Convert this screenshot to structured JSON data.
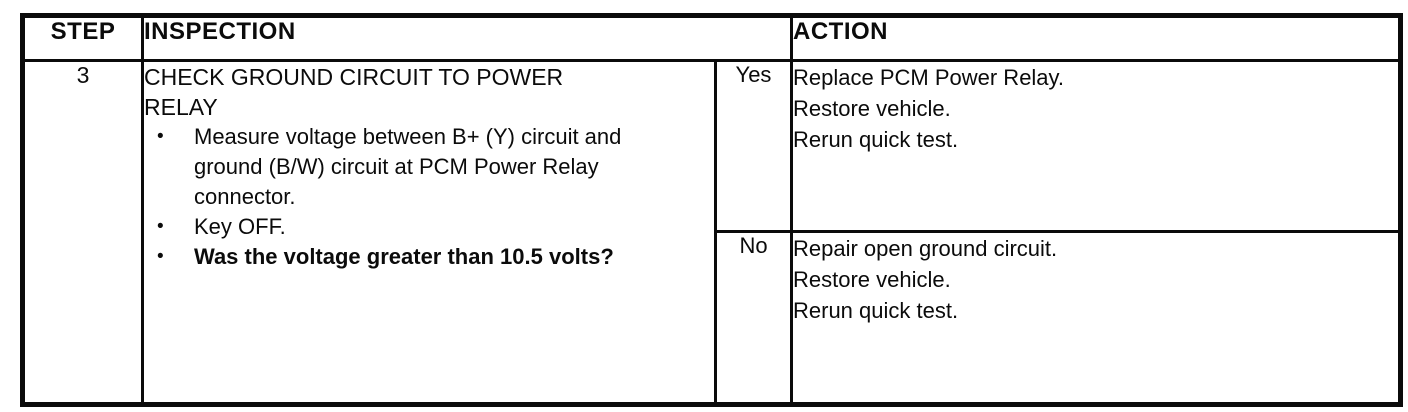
{
  "table": {
    "headers": {
      "step": "STEP",
      "inspection": "INSPECTION",
      "action": "ACTION"
    },
    "row": {
      "step": "3",
      "inspection": {
        "title": "CHECK GROUND CIRCUIT TO POWER RELAY",
        "bullets": [
          {
            "text": "Measure voltage between B+ (Y) circuit and ground (B/W) circuit at PCM Power Relay connector.",
            "bold": false
          },
          {
            "text": "Key OFF.",
            "bold": false
          },
          {
            "text": "Was the voltage greater than 10.5 volts?",
            "bold": true
          }
        ]
      },
      "results": [
        {
          "verdict": "Yes",
          "actions": [
            "Replace PCM Power Relay.",
            "Restore vehicle.",
            "Rerun quick test."
          ]
        },
        {
          "verdict": "No",
          "actions": [
            "Repair open ground circuit.",
            "Restore vehicle.",
            "Rerun quick test."
          ]
        }
      ]
    }
  }
}
